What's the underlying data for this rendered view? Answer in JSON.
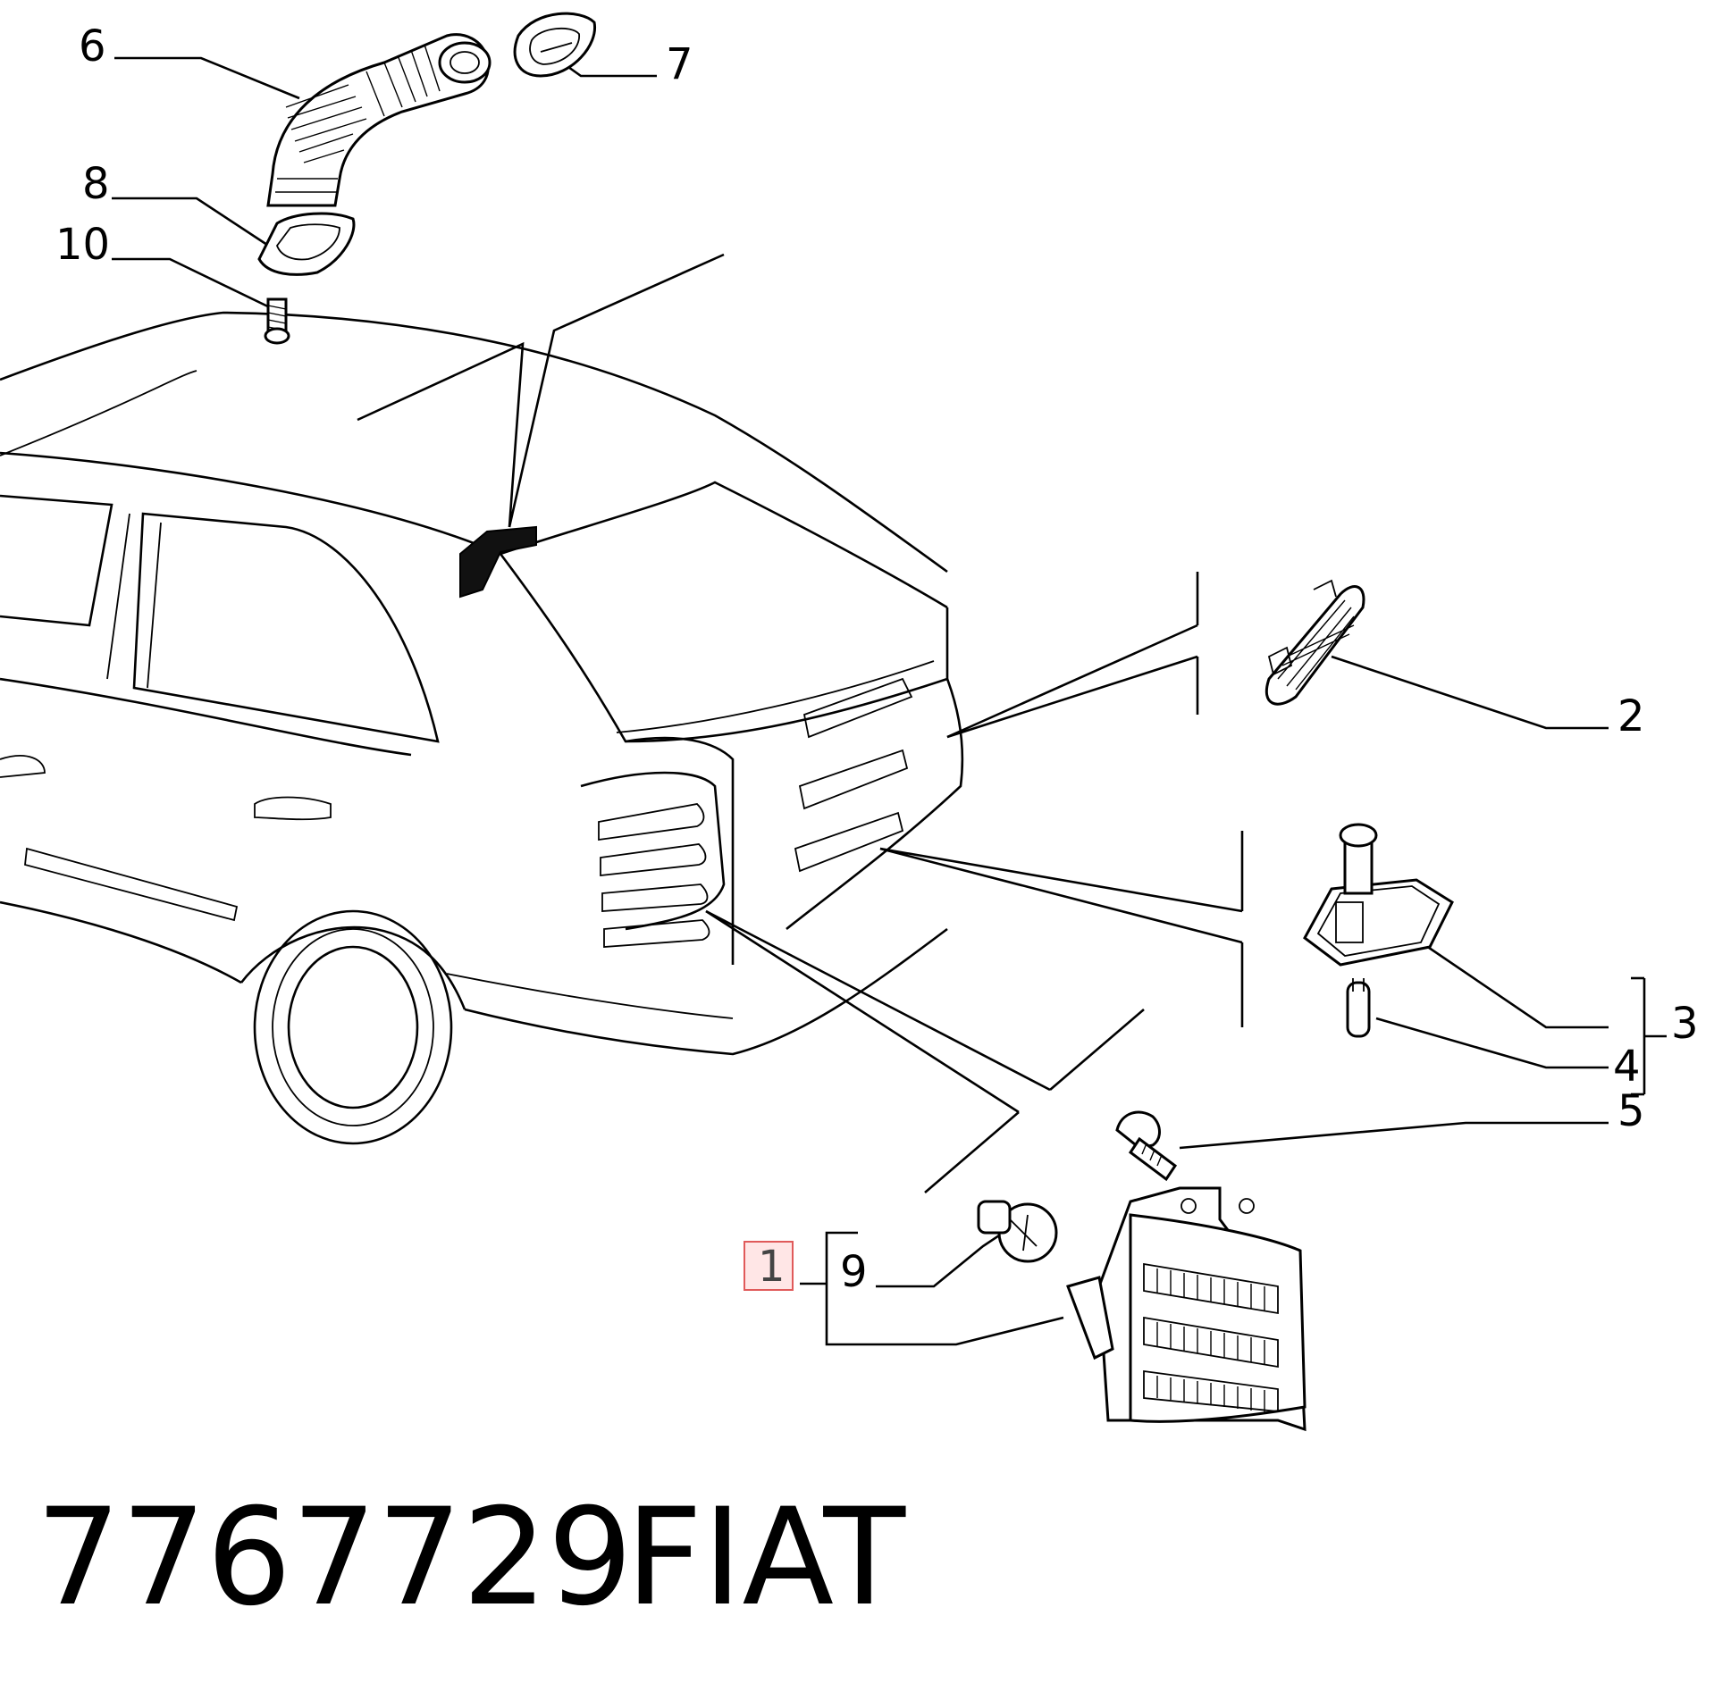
{
  "diagram": {
    "callouts": {
      "c1": "1",
      "c2": "2",
      "c3": "3",
      "c4": "4",
      "c5": "5",
      "c6": "6",
      "c7": "7",
      "c8": "8",
      "c9": "9",
      "c10": "10"
    },
    "part_number": "7767729",
    "brand": "FIAT",
    "highlight_color": "#e05a5a"
  }
}
